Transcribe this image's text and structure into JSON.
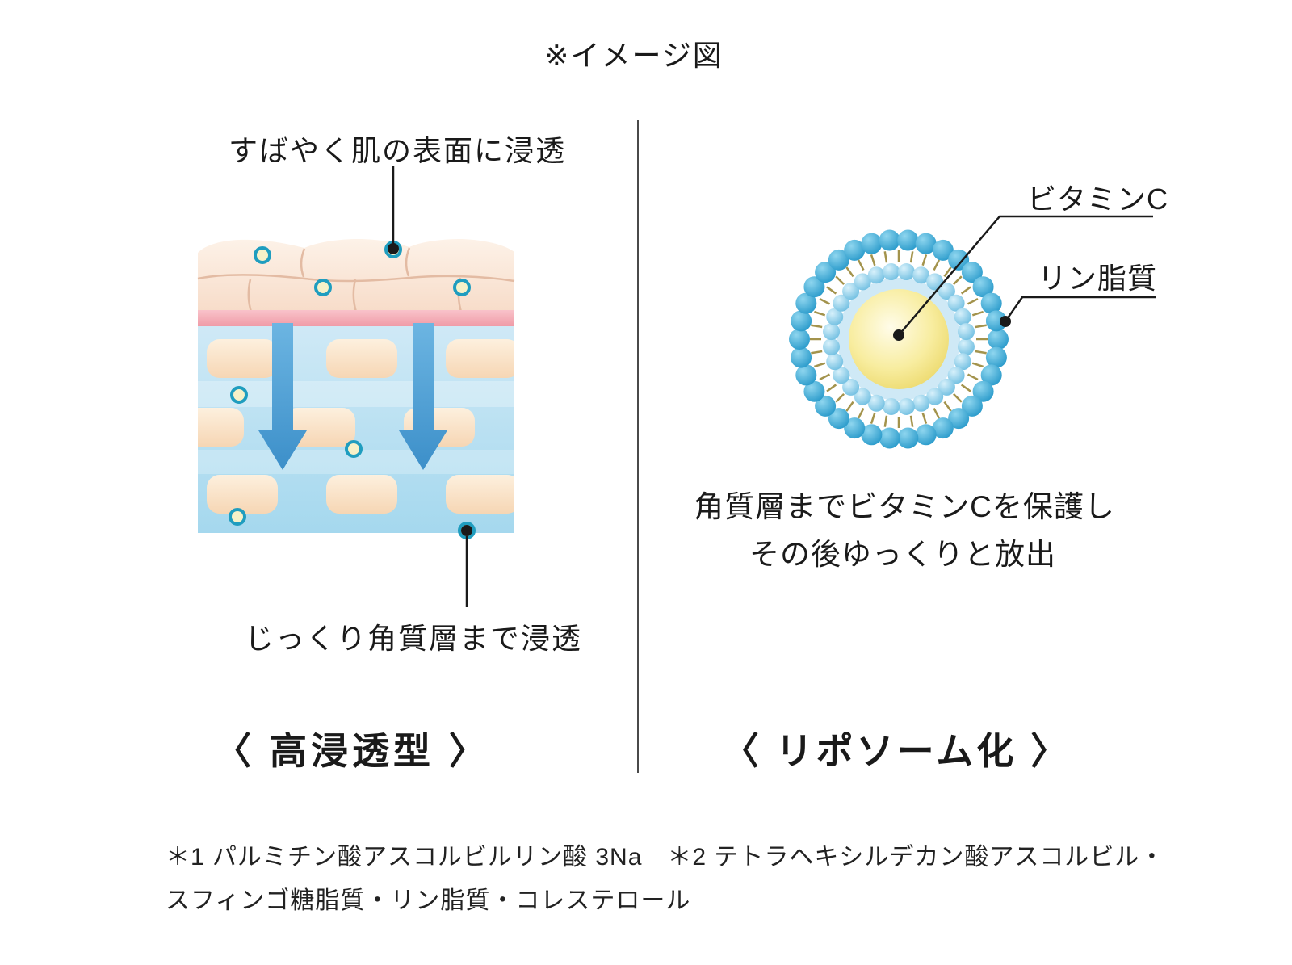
{
  "page": {
    "note": "※イメージ図"
  },
  "left": {
    "label_top": "すばやく肌の表面に浸透",
    "label_bottom": "じっくり角質層まで浸透",
    "title": "〈 高浸透型 〉"
  },
  "right": {
    "label_vitamin": "ビタミンC",
    "label_phospholipid": "リン脂質",
    "desc_line1": "角質層までビタミンCを保護し",
    "desc_line2": "その後ゆっくりと放出",
    "title": "〈 リポソーム化 〉"
  },
  "footnotes": {
    "line1": "＊1 パルミチン酸アスコルビルリン酸 3Na　＊2 テトラヘキシルデカン酸アスコルビル・",
    "line2": "スフィンゴ糖脂質・リン脂質・コレステロール"
  },
  "colors": {
    "arrow_blue": "#4a9ed6",
    "bead_outer_blue": "#1d93c6",
    "bead_inner_blue": "#64b9de",
    "tail_olive": "#a3934c",
    "core_yellow": "#f8eda0",
    "skin_peach": "#f7dcc9",
    "skin_pink": "#ef9aa5",
    "dermis_blue": "#aedcf0",
    "cell_peach": "#f6d6b4",
    "line_black": "#1a1a1a"
  }
}
